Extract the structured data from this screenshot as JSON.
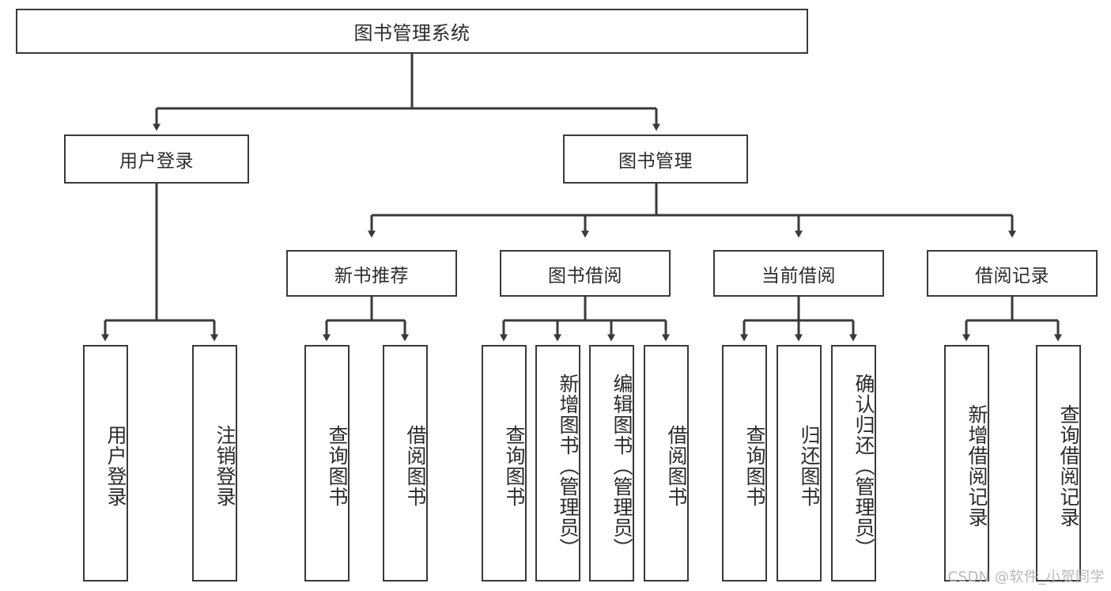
{
  "diagram": {
    "title": "图书管理系统",
    "type": "tree-hierarchy-chart",
    "colors": {
      "box_border": "#3a3a3a",
      "box_fill": "#ffffff",
      "connector": "#3a3a3a",
      "text": "#2b2b2b",
      "watermark": "#b8b8b8",
      "background": "#ffffff"
    },
    "watermark": "CSDN @软件_小贺同学"
  },
  "nodes": {
    "root": {
      "label": "图书管理系统"
    },
    "level2": [
      {
        "id": "user-login",
        "label": "用户登录"
      },
      {
        "id": "book-manage",
        "label": "图书管理"
      }
    ],
    "level3": [
      {
        "id": "new-book-recommend",
        "label": "新书推荐"
      },
      {
        "id": "book-borrow",
        "label": "图书借阅"
      },
      {
        "id": "current-borrow",
        "label": "当前借阅"
      },
      {
        "id": "borrow-record",
        "label": "借阅记录"
      }
    ],
    "leaves": {
      "user_login": [
        {
          "id": "leaf-user-login",
          "label": "用户登录"
        },
        {
          "id": "leaf-logout-login",
          "label": "注销登录"
        }
      ],
      "new_book_recommend": [
        {
          "id": "leaf-query-book-1",
          "label": "查询图书"
        },
        {
          "id": "leaf-borrow-book-1",
          "label": "借阅图书"
        }
      ],
      "book_borrow": [
        {
          "id": "leaf-query-book-2",
          "label": "查询图书"
        },
        {
          "id": "leaf-add-book",
          "label": "新增图书（管理员）"
        },
        {
          "id": "leaf-edit-book",
          "label": "编辑图书（管理员）"
        },
        {
          "id": "leaf-borrow-book-2",
          "label": "借阅图书"
        }
      ],
      "current_borrow": [
        {
          "id": "leaf-query-book-3",
          "label": "查询图书"
        },
        {
          "id": "leaf-return-book",
          "label": "归还图书"
        },
        {
          "id": "leaf-confirm-return",
          "label": "确认归还（管理员）"
        }
      ],
      "borrow_record": [
        {
          "id": "leaf-add-borrow-record",
          "label": "新增借阅记录"
        },
        {
          "id": "leaf-query-borrow-record",
          "label": "查询借阅记录"
        }
      ]
    }
  }
}
